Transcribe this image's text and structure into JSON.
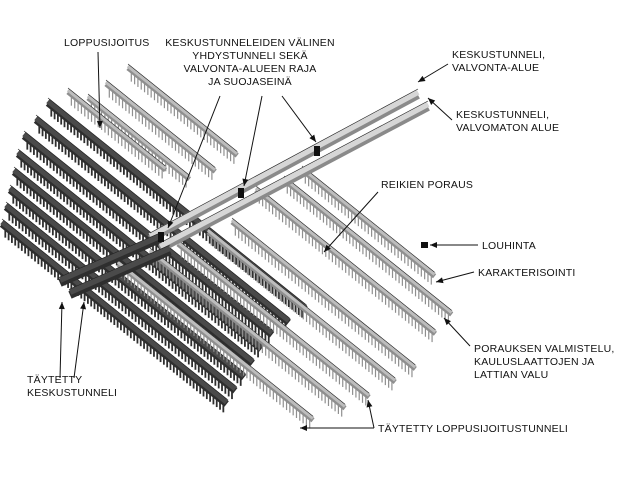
{
  "labels": {
    "loppusijoitus": [
      "LOPPUSIJOITUS"
    ],
    "yhdystunneli": [
      "KESKUSTUNNELEIDEN VÄLINEN",
      "YHDYSTUNNELI SEKÄ",
      "VALVONTA-ALUEEN RAJA",
      "JA SUOJASEINÄ"
    ],
    "keskustunneli_valvonta": [
      "KESKUSTUNNELI,",
      "VALVONTA-ALUE"
    ],
    "keskustunneli_valvomaton": [
      "KESKUSTUNNELI,",
      "VALVOMATON ALUE"
    ],
    "reikien_poraus": [
      "REIKIEN PORAUS"
    ],
    "louhinta": [
      "LOUHINTA"
    ],
    "karakterisointi": [
      "KARAKTERISOINTI"
    ],
    "porauksen_valmistelu": [
      "PORAUKSEN VALMISTELU,",
      "KAULUSLAATTOJEN JA",
      "LATTIAN VALU"
    ],
    "taytetty_keskustunneli": [
      "TÄYTETTY",
      "KESKUSTUNNELI"
    ],
    "taytetty_loppusijoitustunneli": [
      "TÄYTETTY LOPPUSIJOITUSTUNNELI"
    ]
  },
  "colors": {
    "filled_tunnel": "#4a4a4a",
    "filled_tunnel_side": "#2e2e2e",
    "open_tunnel": "#bdbdbd",
    "open_tunnel_side": "#8f8f8f",
    "line": "#111111"
  }
}
